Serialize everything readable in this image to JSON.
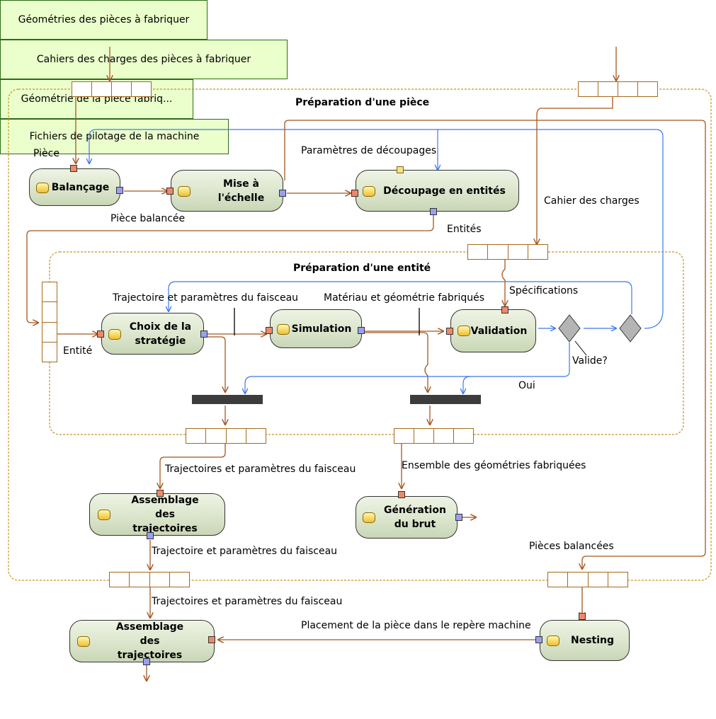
{
  "regions": {
    "outer_title": "Préparation d'une pièce",
    "inner_title": "Préparation d'une entité"
  },
  "params": {
    "geometries": "Géométries des pièces à fabriquer",
    "cahiers": "Cahiers des charges des pièces à fabriquer",
    "geometrie_piece": "Géométrie de la pièce fabriq...",
    "fichiers": "Fichiers de pilotage de la machine"
  },
  "actions": {
    "balancage": "Balançage",
    "mise_echelle": "Mise à l'échelle",
    "decoupage": "Découpage en entités",
    "choix": "Choix de la stratégie",
    "simulation": "Simulation",
    "validation": "Validation",
    "assemblage1": "Assemblage des trajectoires",
    "generation": "Génération du brut",
    "assemblage2": "Assemblage des trajectoires",
    "nesting": "Nesting"
  },
  "labels": {
    "piece": "Pièce",
    "piece_balancee": "Pièce balancée",
    "parametres_decoupages": "Paramètres de découpages",
    "cahier_des_charges": "Cahier des charges",
    "entites": "Entités",
    "entite": "Entité",
    "specifications": "Spécifications",
    "traj_param_faisceau": "Trajectoire et paramètres du faisceau",
    "materiau": "Matériau et géométrie fabriqués",
    "valide": "Valide?",
    "oui": "Oui",
    "trajs_param_1": "Trajectoires et paramètres du faisceau",
    "ensemble_geo": "Ensemble des géométries fabriquées",
    "traj_param_2": "Trajectoire et paramètres du faisceau",
    "pieces_balancees": "Pièces balancées",
    "trajs_param_2": "Trajectoires et paramètres du faisceau",
    "placement": "Placement de la pièce dans le repère machine"
  },
  "colors": {
    "object_flow": "#a5561e",
    "control_flow": "#3c78f0",
    "region_border": "#c8941e",
    "param_fill": "#ebffcc",
    "bar_fill": "#3c3c3c"
  }
}
